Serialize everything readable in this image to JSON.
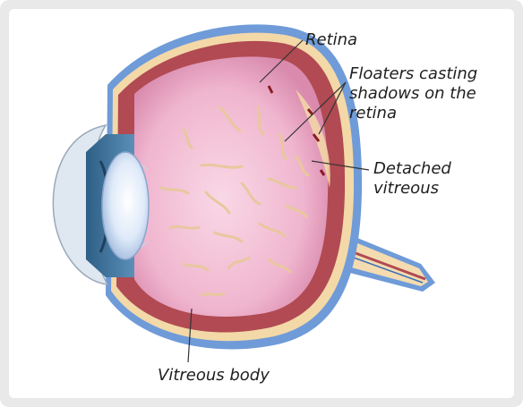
{
  "labels": {
    "retina": "Retina",
    "floaters": [
      "Floaters casting",
      "shadows on the",
      "retina"
    ],
    "detached_vitreous": [
      "Detached",
      "vitreous"
    ],
    "vitreous_body": "Vitreous body"
  },
  "colors": {
    "frame": "#e9e9e9",
    "sclera": "#6f9bd8",
    "choroid": "#b14a52",
    "retina_layer": "#f3d8a8",
    "vitreous": "#f0b6cf",
    "floater": "#e9c79f",
    "lens": "#dfeaf9",
    "cornea": "#dfe7f0",
    "optic_nerve": "#f4dcb0"
  }
}
